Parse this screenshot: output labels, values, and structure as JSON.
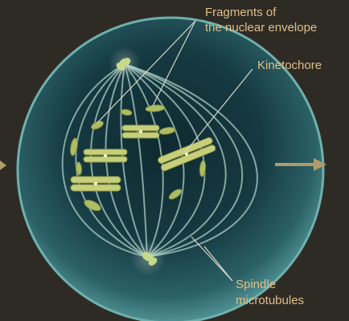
{
  "labels": {
    "nuclear_envelope_line1": "Fragments of",
    "nuclear_envelope_line2": "the nuclear  envelope",
    "kinetochore": "Kinetochore",
    "spindle_line1": "Spindle",
    "spindle_line2": "microtubules"
  },
  "colors": {
    "background": "#2e2b25",
    "label_text": "#e0bf86",
    "leader_line": "#d8d6cc",
    "arrow": "#b39a6a",
    "cell_fill": "#1f4a52",
    "cell_rim": "#5aa0a0",
    "microtubule": "#a9cec4",
    "chromosome": "#c8cf7a"
  },
  "icons": [
    "arrow-right-icon",
    "arrow-in-icon"
  ]
}
